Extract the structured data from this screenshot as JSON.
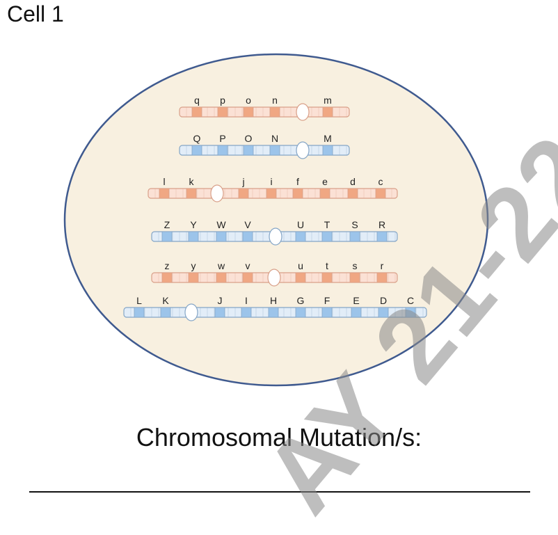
{
  "page": {
    "title": "Cell 1"
  },
  "caption": {
    "text": "Chromosomal Mutation/s:"
  },
  "watermark": {
    "text": "AY 21-22"
  },
  "colors": {
    "cell_fill": "#f8f0e0",
    "cell_border": "#3f5a8f",
    "orange_band": "#f0a783",
    "orange_segment": "#fbe1d5",
    "orange_outline": "#d9a089",
    "blue_band": "#9cc4ea",
    "blue_segment": "#e2edf8",
    "blue_outline": "#84a5c6",
    "centromere": "#ffffff"
  },
  "chromosomes": [
    {
      "name": "chromosome-1",
      "color": "orange",
      "genes": [
        "q",
        "p",
        "o",
        "n",
        "m"
      ]
    },
    {
      "name": "chromosome-2",
      "color": "blue",
      "genes": [
        "Q",
        "P",
        "O",
        "N",
        "M"
      ]
    },
    {
      "name": "chromosome-3",
      "color": "orange",
      "genes": [
        "l",
        "k",
        "j",
        "i",
        "f",
        "e",
        "d",
        "c"
      ]
    },
    {
      "name": "chromosome-4",
      "color": "blue",
      "genes": [
        "Z",
        "Y",
        "W",
        "V",
        "U",
        "T",
        "S",
        "R"
      ]
    },
    {
      "name": "chromosome-5",
      "color": "orange",
      "genes": [
        "z",
        "y",
        "w",
        "v",
        "u",
        "t",
        "s",
        "r"
      ]
    },
    {
      "name": "chromosome-6",
      "color": "blue",
      "genes": [
        "L",
        "K",
        "J",
        "I",
        "H",
        "G",
        "F",
        "E",
        "D",
        "C"
      ]
    }
  ]
}
